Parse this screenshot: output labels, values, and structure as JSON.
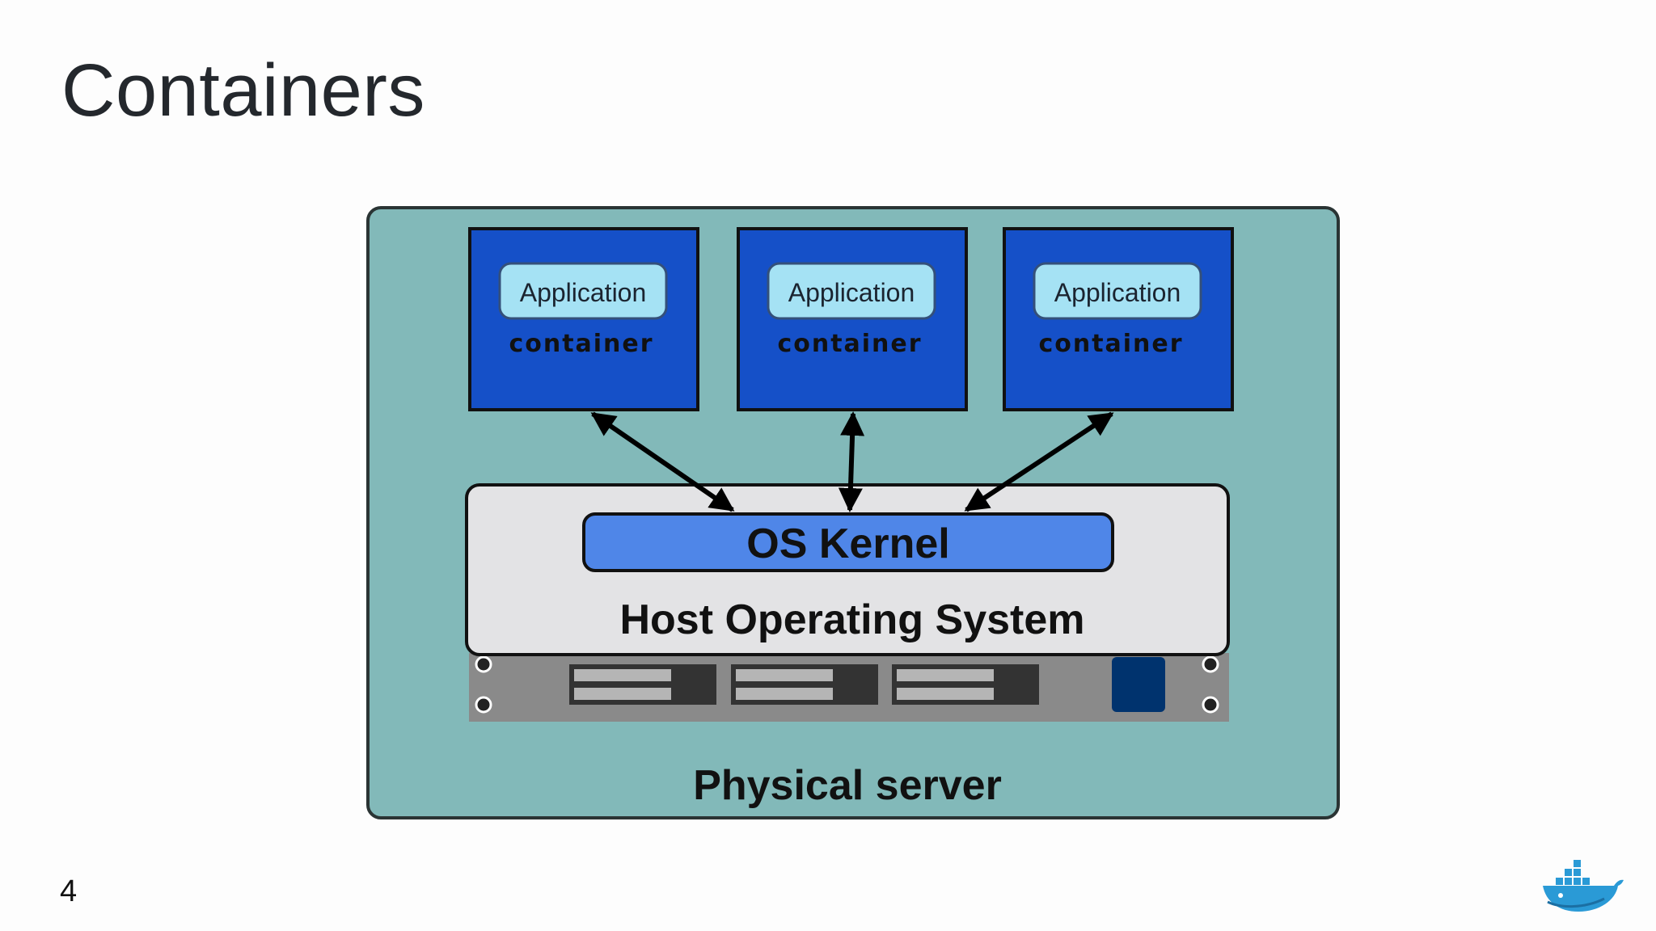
{
  "slide": {
    "title": "Containers",
    "page_number": "4"
  },
  "diagram": {
    "containers": [
      {
        "app_label": "Application",
        "container_label": "container"
      },
      {
        "app_label": "Application",
        "container_label": "container"
      },
      {
        "app_label": "Application",
        "container_label": "container"
      }
    ],
    "kernel_label": "OS Kernel",
    "host_os_label": "Host Operating System",
    "server_label": "Physical server",
    "colors": {
      "server_bg": "#82b9b9",
      "container_bg": "#1550c8",
      "app_pill_bg": "#a5e2f4",
      "host_bg": "#e3e3e5",
      "kernel_bg": "#4f86e8",
      "rack_bg": "#8a8a8a",
      "rack_button": "#00336e"
    }
  },
  "logo": {
    "icon": "docker-whale-icon"
  }
}
